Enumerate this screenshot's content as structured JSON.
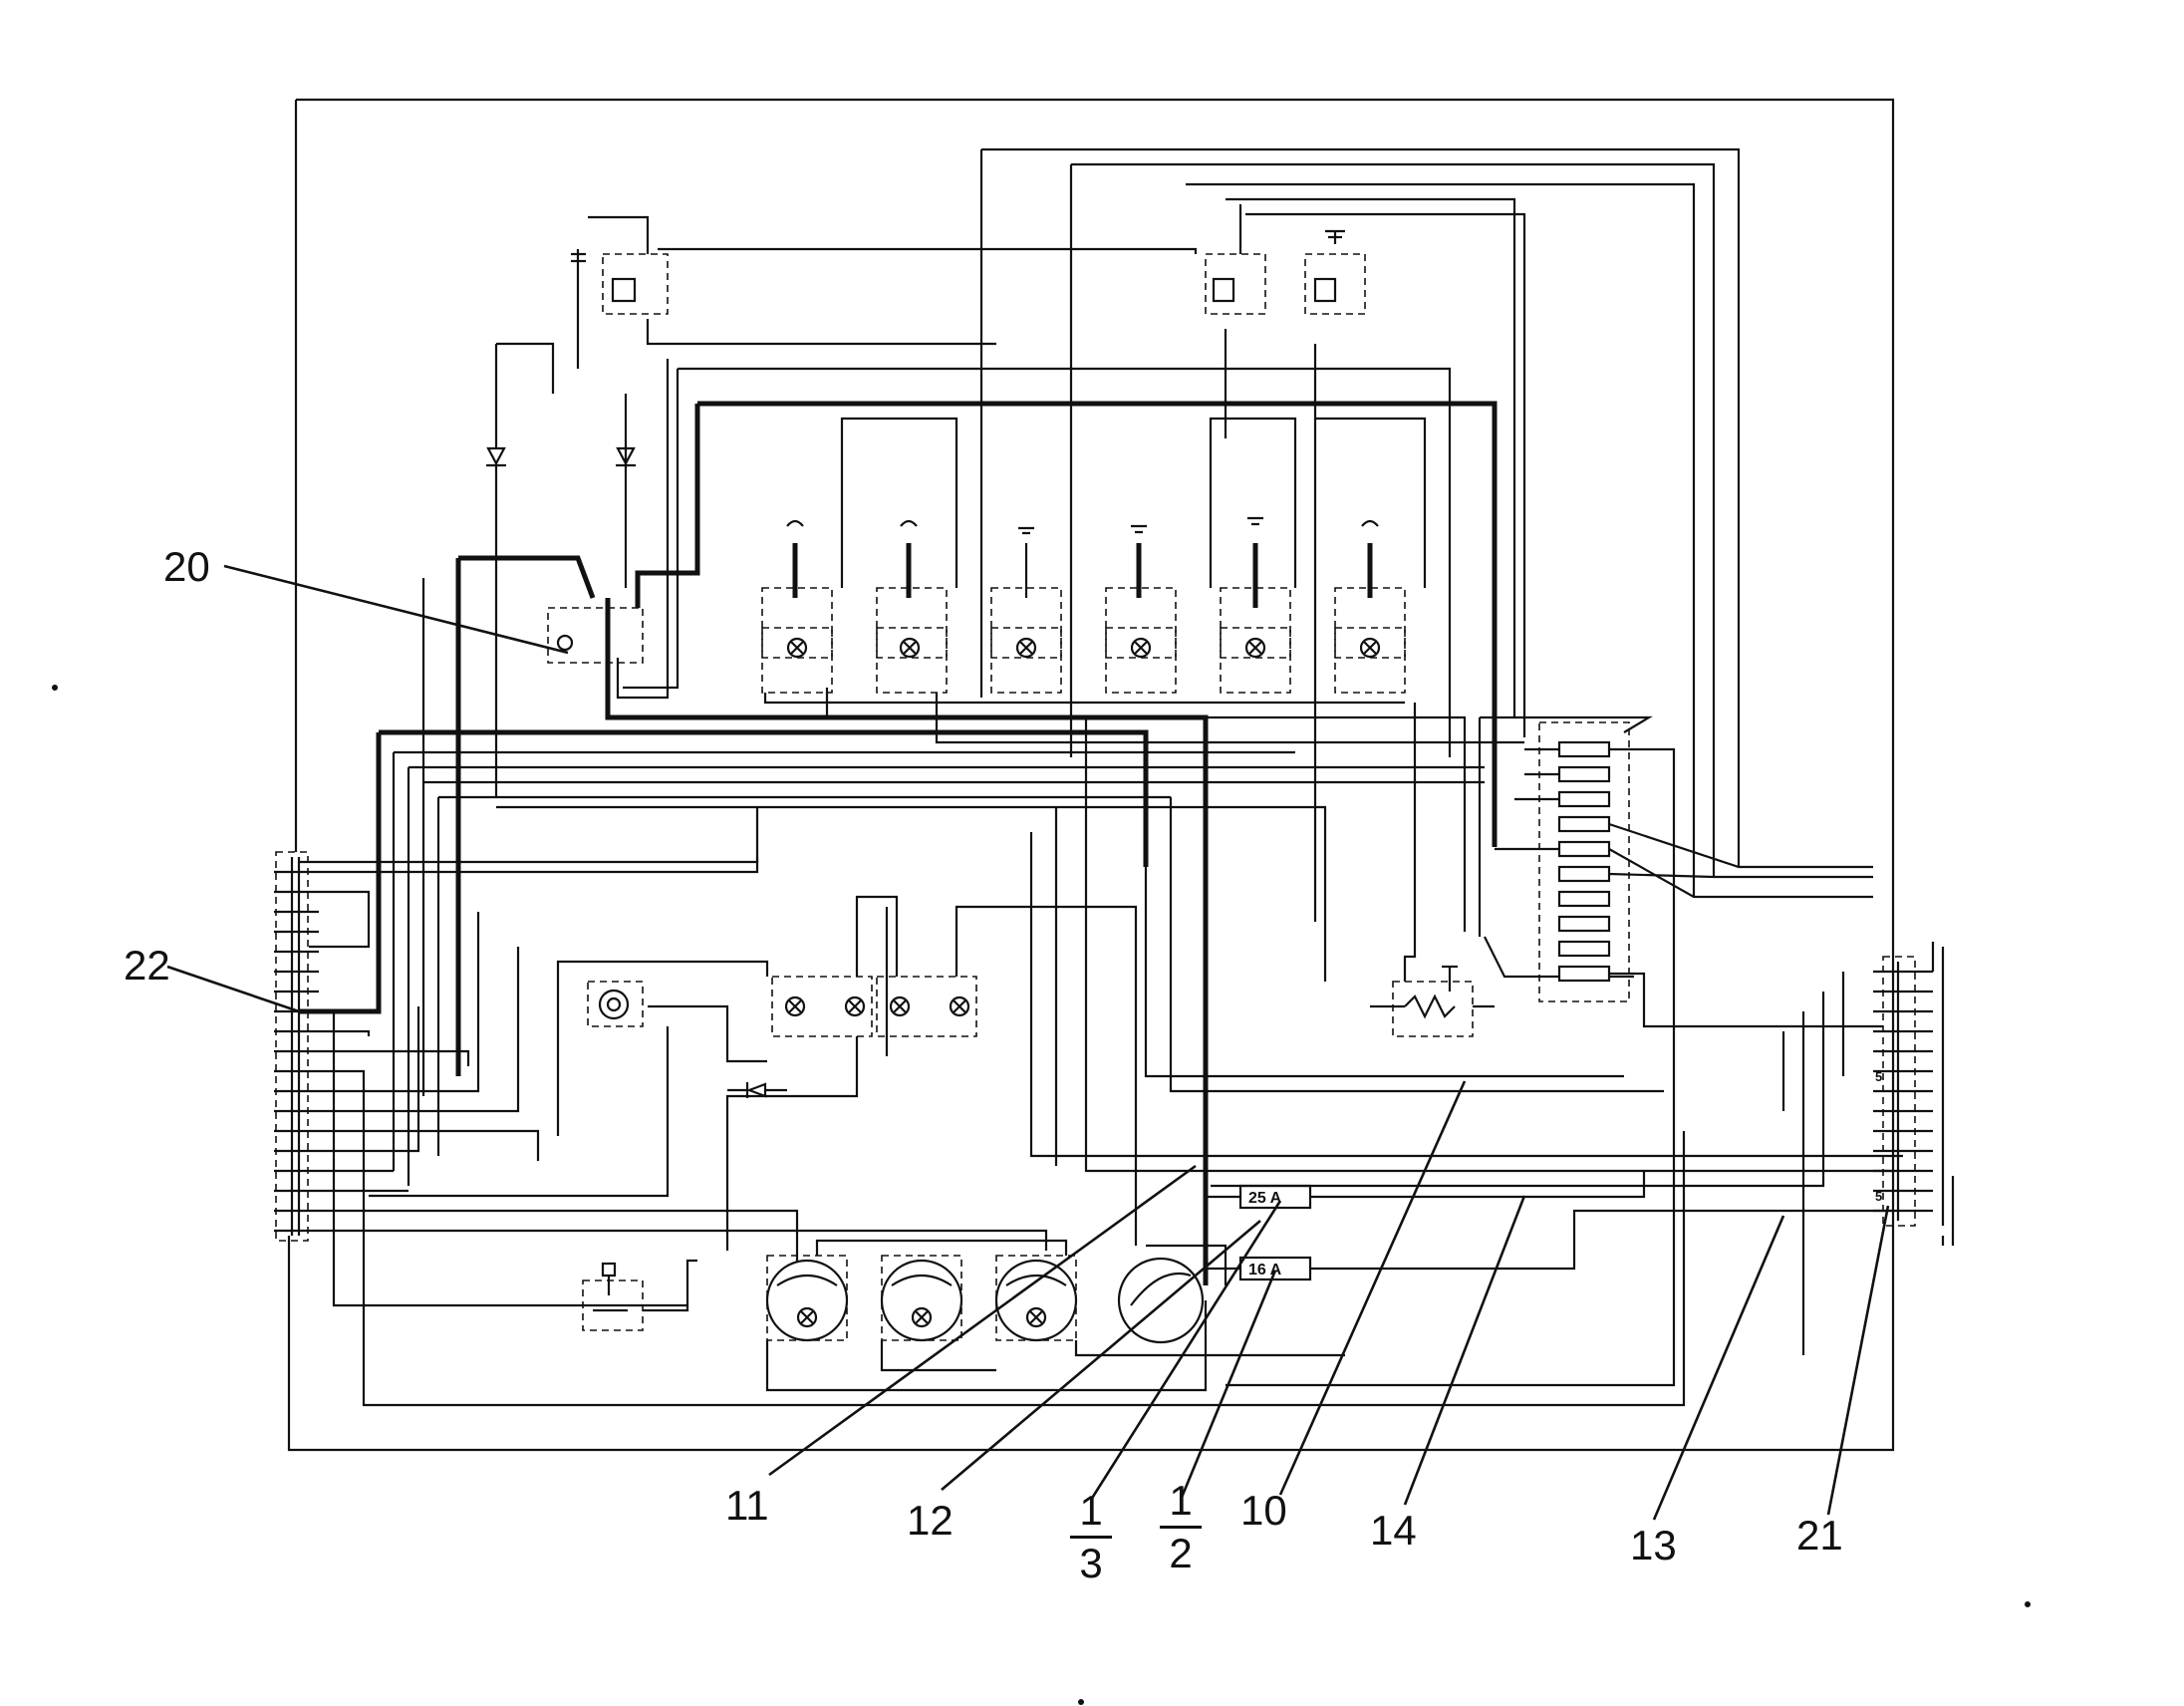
{
  "callouts": {
    "c20": "20",
    "c22": "22",
    "c11": "11",
    "c12": "12",
    "c1_3_num": "1",
    "c1_3_den": "3",
    "c1_2_num": "1",
    "c1_2_den": "2",
    "c10": "10",
    "c14": "14",
    "c13": "13",
    "c21": "21"
  },
  "fuses": {
    "f25": "25 A",
    "f16": "16 A"
  },
  "connector_marks": {
    "m1": "5",
    "m2": "5"
  }
}
